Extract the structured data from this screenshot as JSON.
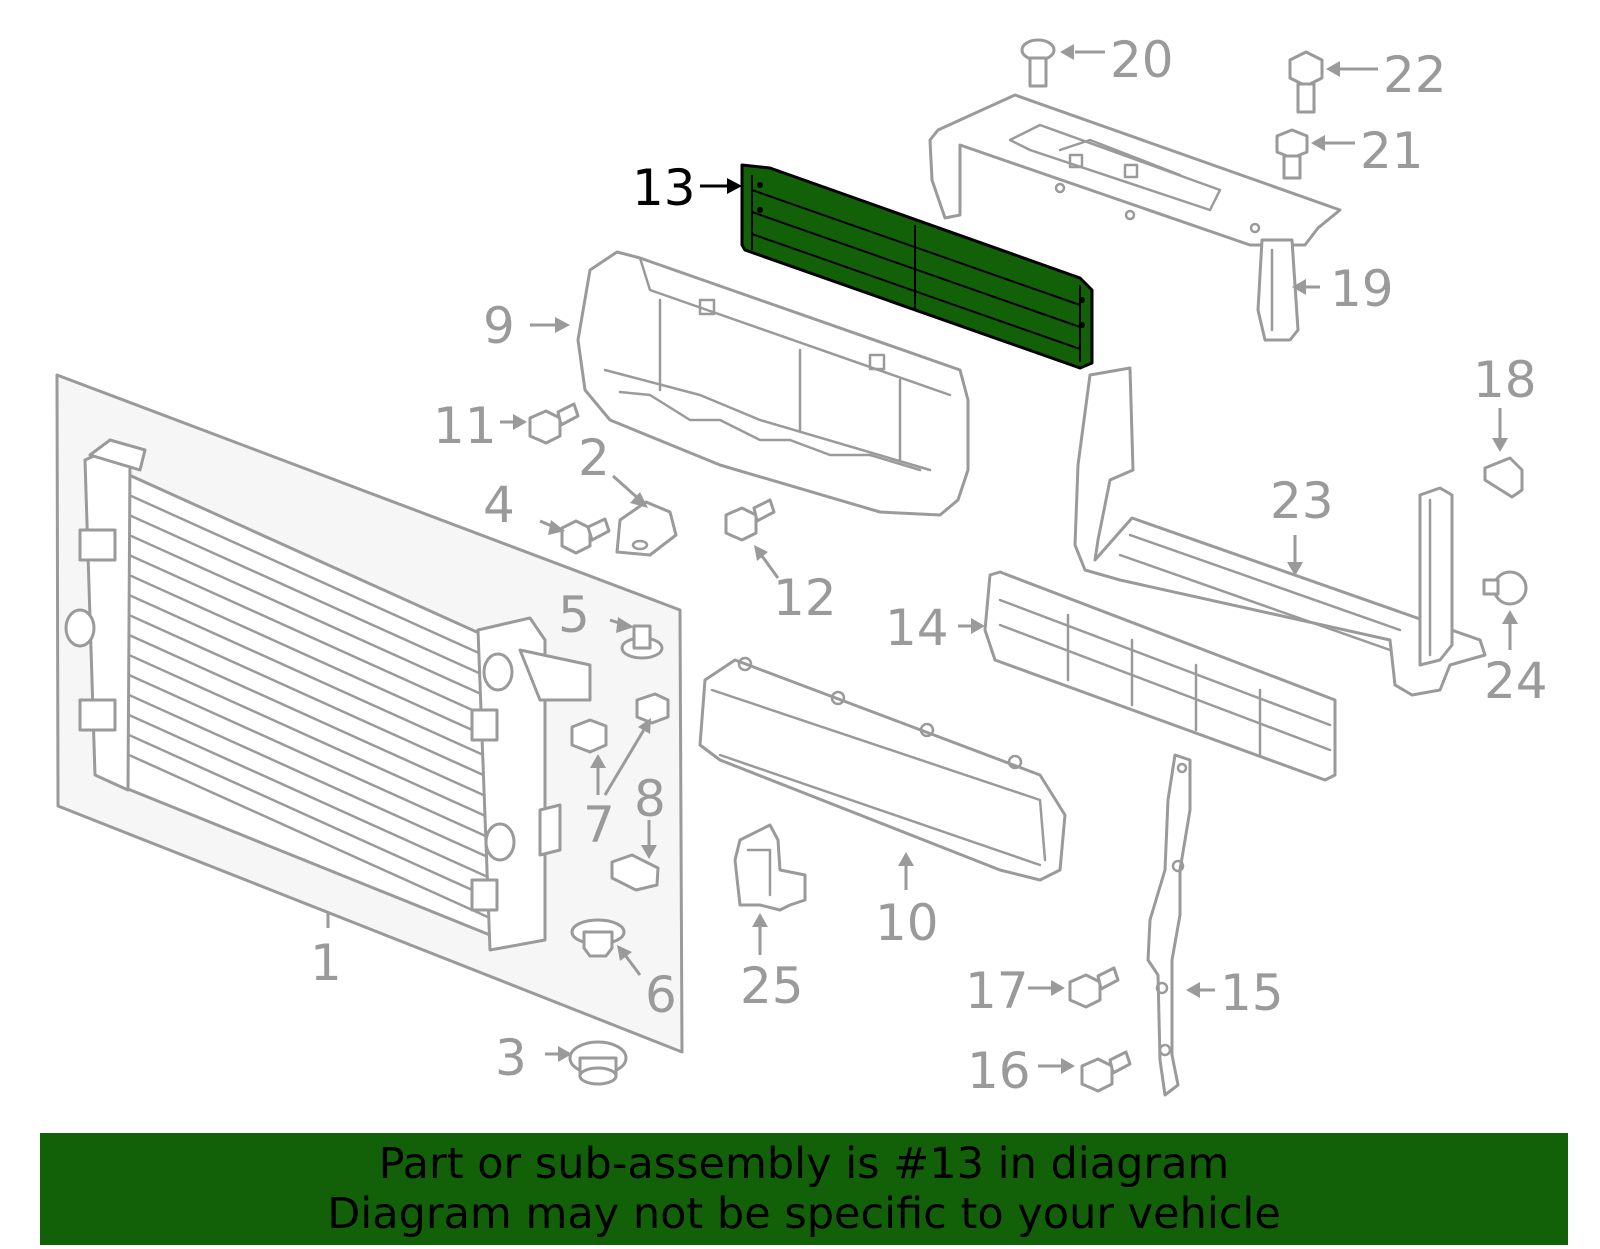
{
  "highlighted_part": "13",
  "part_labels": {
    "p1": "1",
    "p2": "2",
    "p3": "3",
    "p4": "4",
    "p5": "5",
    "p6": "6",
    "p7": "7",
    "p8": "8",
    "p9": "9",
    "p10": "10",
    "p11": "11",
    "p12": "12",
    "p13": "13",
    "p14": "14",
    "p15": "15",
    "p16": "16",
    "p17": "17",
    "p18": "18",
    "p19": "19",
    "p20": "20",
    "p21": "21",
    "p22": "22",
    "p23": "23",
    "p24": "24",
    "p25": "25"
  },
  "banner": {
    "line1": "Part or sub-assembly is #13 in diagram",
    "line2": "Diagram may not be specific to your vehicle"
  },
  "colors": {
    "highlight": "#126109",
    "parts_outline": "#9a9a9a",
    "banner_background": "#126109"
  }
}
